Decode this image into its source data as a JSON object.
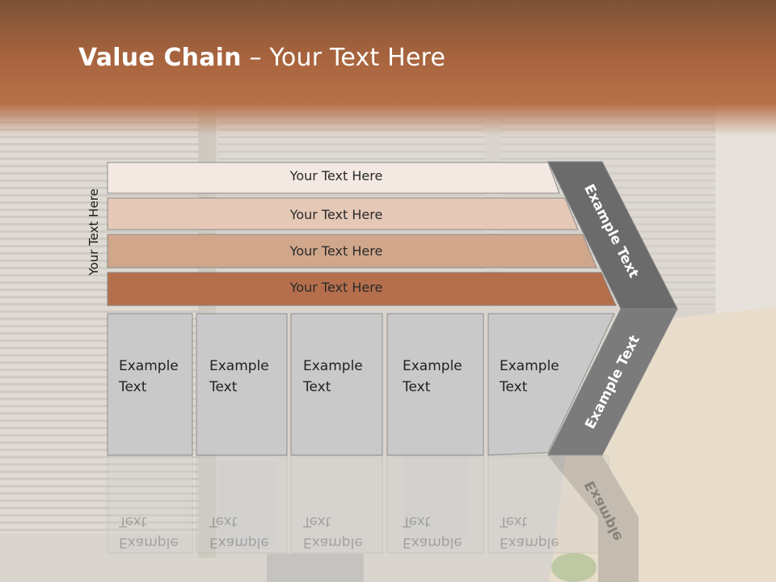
{
  "slide": {
    "title_bold": "Value Chain",
    "title_rest": " – Your Text Here",
    "vertical_label": "Your Text Here",
    "bars": [
      {
        "label": "Your Text Here",
        "color": "#f3e8e2"
      },
      {
        "label": "Your Text Here",
        "color": "#e5c8b6"
      },
      {
        "label": "Your Text Here",
        "color": "#d1a78b"
      },
      {
        "label": "Your Text Here",
        "color": "#b56f4c"
      }
    ],
    "boxes": [
      {
        "line1": "Example",
        "line2": "Text"
      },
      {
        "line1": "Example",
        "line2": "Text"
      },
      {
        "line1": "Example",
        "line2": "Text"
      },
      {
        "line1": "Example",
        "line2": "Text"
      },
      {
        "line1": "Example",
        "line2": "Text"
      }
    ],
    "chevron_upper": "Example Text",
    "chevron_lower": "Example Text",
    "reflection_lower": "Example",
    "colors": {
      "header": "#a8643e",
      "box_fill": "#c9c9c9",
      "chevron_dark": "#6b6b6b",
      "chevron_light": "#8c8c8c"
    }
  }
}
